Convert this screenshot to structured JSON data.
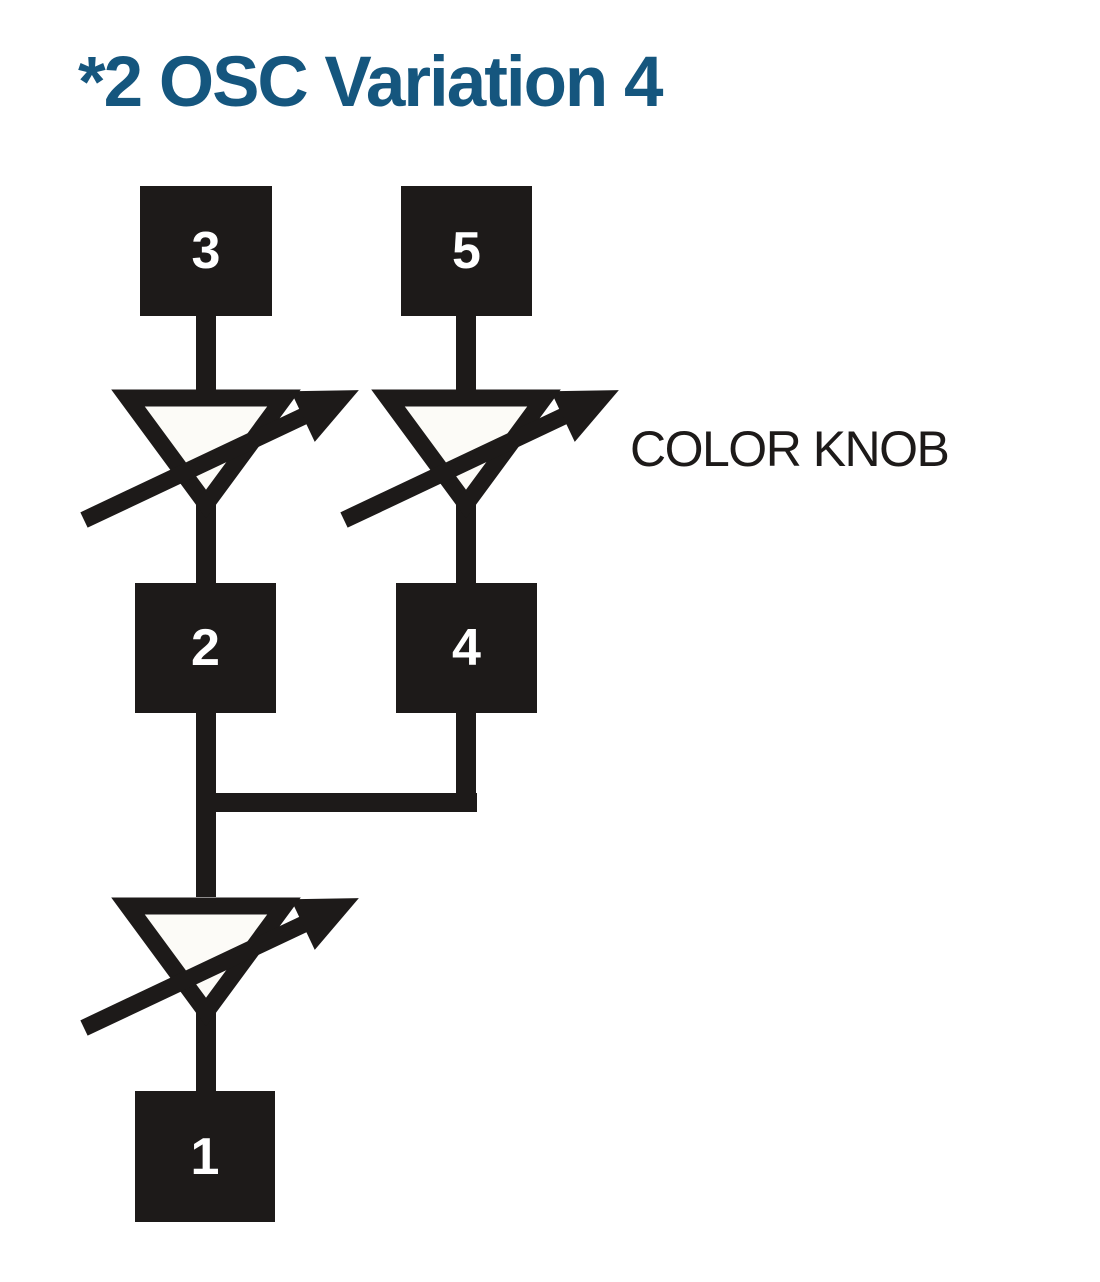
{
  "title": {
    "text": "*2 OSC Variation 4"
  },
  "diagram": {
    "nodes": {
      "n1": {
        "label": "1"
      },
      "n2": {
        "label": "2"
      },
      "n3": {
        "label": "3"
      },
      "n4": {
        "label": "4"
      },
      "n5": {
        "label": "5"
      }
    },
    "annotation": {
      "text": "COLOR KNOB"
    },
    "symbols": {
      "vca": "variable-amplifier-icon (downward triangle crossed by diagonal arrow)"
    },
    "connections": [
      "3 -> variable-amplifier -> 2",
      "5 -> variable-amplifier (COLOR KNOB) -> 4",
      "2 + 4 -> merge -> variable-amplifier -> 1"
    ],
    "colors": {
      "ink": "#1d1a19",
      "title": "#15567E",
      "symbol_fill": "#fcfbf7",
      "node_label": "#ffffff",
      "background": "#ffffff"
    }
  }
}
